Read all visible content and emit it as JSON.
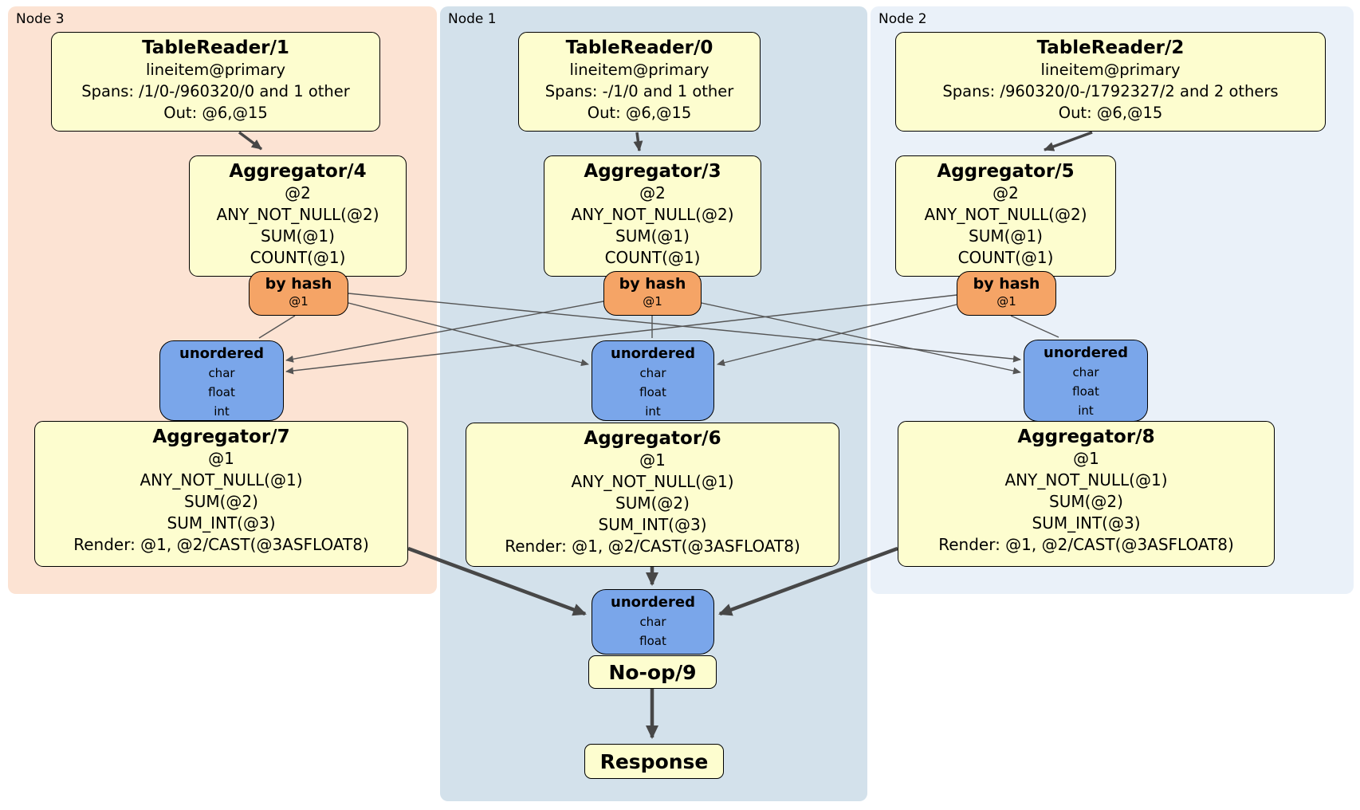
{
  "regions": [
    {
      "label": "Node 3"
    },
    {
      "label": "Node 1"
    },
    {
      "label": "Node 2"
    }
  ],
  "nodes": {
    "tr1": {
      "title": "TableReader/1",
      "lines": [
        "lineitem@primary",
        "Spans: /1/0-/960320/0 and 1 other",
        "Out: @6,@15"
      ]
    },
    "tr0": {
      "title": "TableReader/0",
      "lines": [
        "lineitem@primary",
        "Spans: -/1/0 and 1 other",
        "Out: @6,@15"
      ]
    },
    "tr2": {
      "title": "TableReader/2",
      "lines": [
        "lineitem@primary",
        "Spans: /960320/0-/1792327/2 and 2 others",
        "Out: @6,@15"
      ]
    },
    "agg4": {
      "title": "Aggregator/4",
      "lines": [
        "@2",
        "ANY_NOT_NULL(@2)",
        "SUM(@1)",
        "COUNT(@1)"
      ]
    },
    "agg3": {
      "title": "Aggregator/3",
      "lines": [
        "@2",
        "ANY_NOT_NULL(@2)",
        "SUM(@1)",
        "COUNT(@1)"
      ]
    },
    "agg5": {
      "title": "Aggregator/5",
      "lines": [
        "@2",
        "ANY_NOT_NULL(@2)",
        "SUM(@1)",
        "COUNT(@1)"
      ]
    },
    "byhash4": {
      "title": "by hash",
      "sub": "@1"
    },
    "byhash3": {
      "title": "by hash",
      "sub": "@1"
    },
    "byhash5": {
      "title": "by hash",
      "sub": "@1"
    },
    "unord3": {
      "title": "unordered",
      "lines": [
        "char",
        "float",
        "int"
      ]
    },
    "unord1": {
      "title": "unordered",
      "lines": [
        "char",
        "float",
        "int"
      ]
    },
    "unord2": {
      "title": "unordered",
      "lines": [
        "char",
        "float",
        "int"
      ]
    },
    "agg7": {
      "title": "Aggregator/7",
      "lines": [
        "@1",
        "ANY_NOT_NULL(@1)",
        "SUM(@2)",
        "SUM_INT(@3)",
        "Render: @1, @2/CAST(@3ASFLOAT8)"
      ]
    },
    "agg6": {
      "title": "Aggregator/6",
      "lines": [
        "@1",
        "ANY_NOT_NULL(@1)",
        "SUM(@2)",
        "SUM_INT(@3)",
        "Render: @1, @2/CAST(@3ASFLOAT8)"
      ]
    },
    "agg8": {
      "title": "Aggregator/8",
      "lines": [
        "@1",
        "ANY_NOT_NULL(@1)",
        "SUM(@2)",
        "SUM_INT(@3)",
        "Render: @1, @2/CAST(@3ASFLOAT8)"
      ]
    },
    "unordFinal": {
      "title": "unordered",
      "lines": [
        "char",
        "float"
      ]
    },
    "noop": {
      "title": "No-op/9"
    },
    "response": {
      "title": "Response"
    }
  },
  "colors": {
    "node3_bg": "#fce3d3",
    "node1_bg": "#d3e1eb",
    "node2_bg": "#eaf1f9",
    "box_yellow": "#fdfdcf",
    "router_orange": "#f4a express"
  }
}
